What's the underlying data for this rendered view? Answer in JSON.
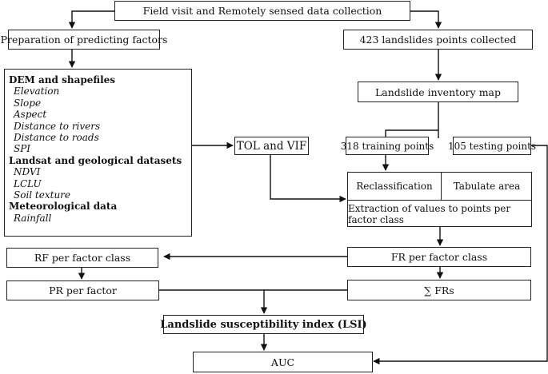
{
  "nodes": {
    "field_visit": "Field visit and Remotely sensed data collection",
    "prep_factors": "Preparation of predicting factors",
    "landslide_points": "423 landslides points collected",
    "inventory_map": "Landslide inventory map",
    "tol_vif": "TOL and VIF",
    "training_points": "318 training points",
    "testing_points": "105 testing points",
    "reclassification": "Reclassification",
    "tabulate_area": "Tabulate area",
    "extraction": "Extraction of values to points per  factor class",
    "rf_per_class": "RF per factor class",
    "fr_per_class": "FR per factor class",
    "pr_per_factor": "PR per factor",
    "sum_frs": "∑ FRs",
    "lsi": "Landslide susceptibility index (LSI)",
    "auc": "AUC"
  },
  "factors": {
    "dem_header": "DEM and shapefiles",
    "dem_items": [
      "Elevation",
      "Slope",
      "Aspect",
      "Distance to rivers",
      "Distance to roads",
      "SPI"
    ],
    "landsat_header": "Landsat and geological datasets",
    "landsat_items": [
      "NDVI",
      "LCLU",
      "Soil texture"
    ],
    "met_header": "Meteorological data",
    "met_items": [
      "Rainfall"
    ]
  }
}
